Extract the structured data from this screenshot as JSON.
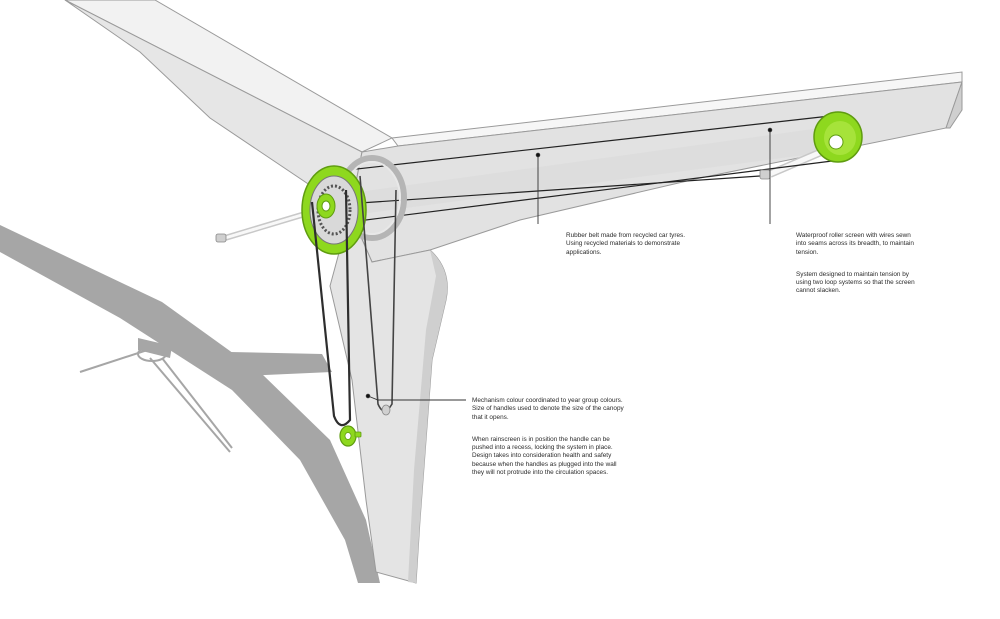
{
  "colors": {
    "background": "#ffffff",
    "structure_light": "#ececec",
    "structure_mid": "#d7d7d7",
    "structure_dark": "#bdbdbd",
    "shadow": "#a6a6a6",
    "mechanism_green": "#8ed81e",
    "mechanism_green_dark": "#5f9c10",
    "belt": "#2e2e2e",
    "callout_line": "#333333"
  },
  "annotations": {
    "belt": {
      "text": "Rubber belt made from recycled car tyres.\nUsing recycled materials to demonstrate\napplications."
    },
    "screen": {
      "paragraph_1": "Waterproof roller screen with wires sewn\ninto seams across its breadth, to maintain\ntension.",
      "paragraph_2": "System designed to maintain tension by\nusing two loop systems so that the screen\ncannot slacken."
    },
    "mechanism": {
      "paragraph_1": "Mechanism colour coordinated to year group colours.\nSize of handles used to denote the size of the canopy\nthat it opens.",
      "paragraph_2": "When rainscreen is in position the handle can be\npushed into a recess, locking the system in place.\nDesign takes into consideration health and safety\nbecause when the handles as plugged into the wall\nthey will not protrude into the circulation spaces."
    }
  },
  "icons": [
    "canopy-structure",
    "ground-shadow",
    "gear-wheel-icon",
    "roller-pulley-icon",
    "handle-pulley-icon",
    "rubber-belt",
    "roller-screen"
  ]
}
